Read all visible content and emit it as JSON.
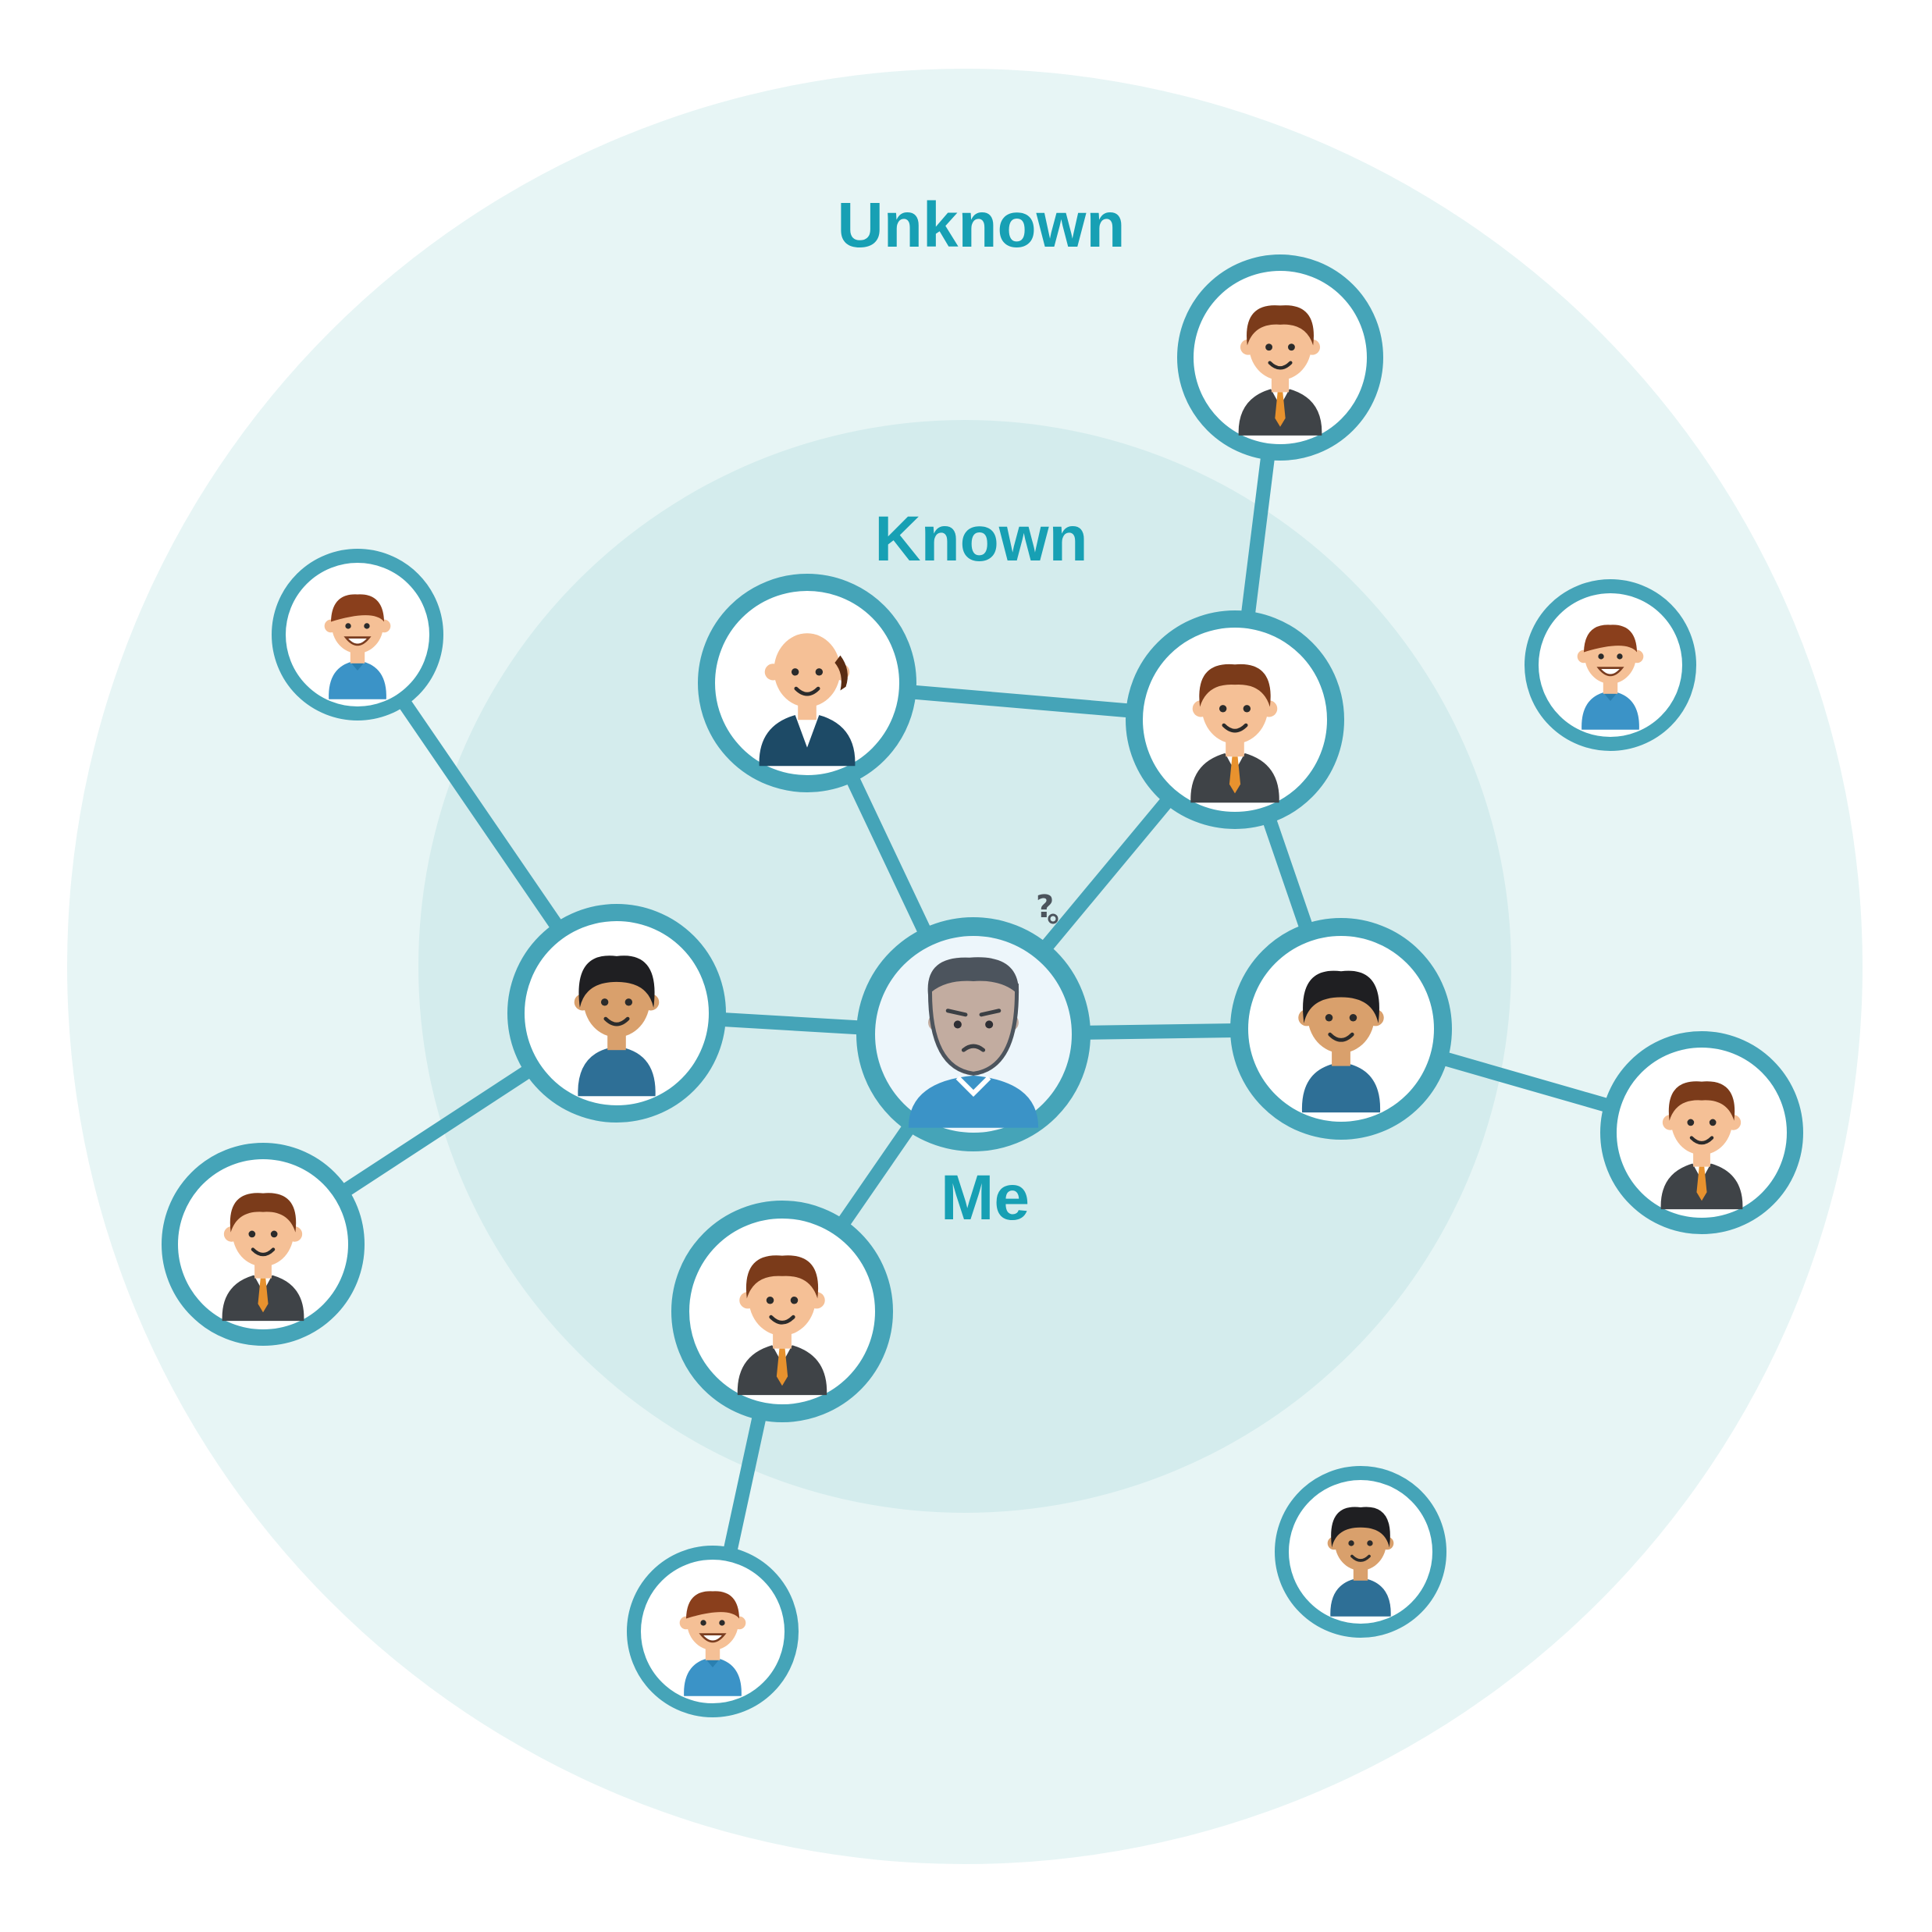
{
  "labels": {
    "outer": "Unknown",
    "inner": "Known",
    "center": "Me"
  },
  "colors": {
    "outer_zone": "#e7f5f5",
    "inner_zone": "#d4eced",
    "ring": "#45a4b8",
    "edge": "#45a4b8",
    "label": "#17a0b4",
    "node_fill": "#ffffff",
    "me_fill": "#edf6fb",
    "skin_light": "#f5c096",
    "skin_tan": "#d9a06c",
    "skin_me": "#c2aca0",
    "hair_brown": "#7b3b1a",
    "hair_black": "#1f1f22",
    "hair_me": "#4c545d",
    "suit_grey": "#3f4347",
    "suit_navy": "#1d4a66",
    "shirt_blue": "#3b93c7",
    "shirt_teal": "#2e6f96",
    "tie_orange": "#e8922e"
  },
  "people": [
    {
      "id": "me",
      "avatar": "worried-man-avatar"
    },
    {
      "id": "known-bald",
      "avatar": "bald-man-avatar"
    },
    {
      "id": "known-suit-top",
      "avatar": "suit-man-avatar"
    },
    {
      "id": "known-dark-left",
      "avatar": "dark-hair-man-avatar"
    },
    {
      "id": "known-dark-right",
      "avatar": "dark-hair-man-avatar"
    },
    {
      "id": "known-suit-bottom",
      "avatar": "suit-man-avatar"
    },
    {
      "id": "unknown-suit-top",
      "avatar": "suit-man-avatar"
    },
    {
      "id": "unknown-smile-left",
      "avatar": "smiling-boy-avatar"
    },
    {
      "id": "unknown-smile-right",
      "avatar": "smiling-boy-avatar"
    },
    {
      "id": "unknown-suit-left",
      "avatar": "suit-man-avatar"
    },
    {
      "id": "unknown-suit-right",
      "avatar": "suit-man-avatar"
    },
    {
      "id": "unknown-smile-bottom",
      "avatar": "smiling-boy-avatar"
    },
    {
      "id": "unknown-dark-bottom",
      "avatar": "dark-hair-man-avatar"
    }
  ],
  "connections": [
    [
      "me",
      "known-bald"
    ],
    [
      "me",
      "known-suit-top"
    ],
    [
      "me",
      "known-dark-left"
    ],
    [
      "me",
      "known-dark-right"
    ],
    [
      "me",
      "known-suit-bottom"
    ],
    [
      "known-bald",
      "known-suit-top"
    ],
    [
      "known-suit-top",
      "unknown-suit-top"
    ],
    [
      "known-suit-top",
      "known-dark-right"
    ],
    [
      "known-dark-left",
      "unknown-smile-left"
    ],
    [
      "known-dark-left",
      "unknown-suit-left"
    ],
    [
      "known-dark-right",
      "unknown-suit-right"
    ],
    [
      "known-suit-bottom",
      "unknown-smile-bottom"
    ]
  ]
}
